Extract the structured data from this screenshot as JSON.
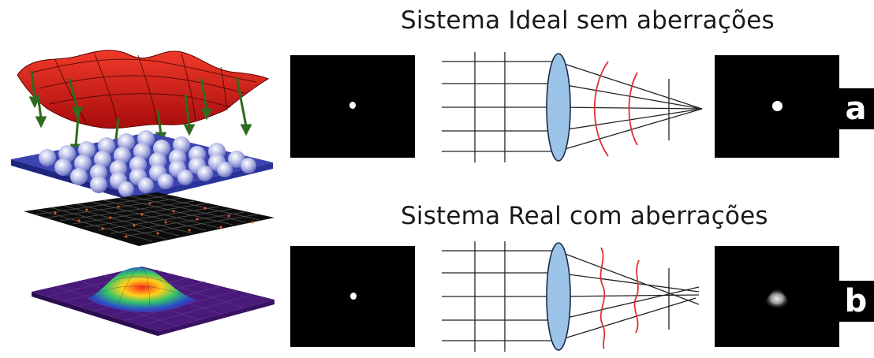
{
  "rows": [
    {
      "title": "Sistema Ideal sem aberrações",
      "tag": "a"
    },
    {
      "title": "Sistema Real com aberrações",
      "tag": "b"
    }
  ],
  "colors": {
    "lens_fill": "#9cc3e8",
    "wavefront": "#e03030",
    "panel": "#000000",
    "surface_red": "#d41818",
    "lenslet_blue": "#7d86d8",
    "arrow_green": "#2e6b1f"
  },
  "icons": {
    "lens": "biconvex-lens",
    "point": "point-source-dot",
    "blur": "aberrated-spot"
  }
}
